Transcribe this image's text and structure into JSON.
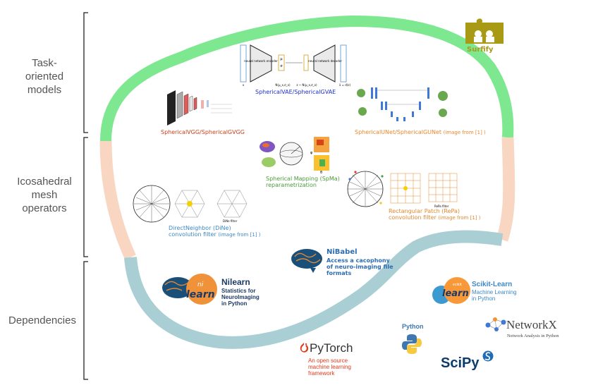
{
  "categories": {
    "task": [
      "Task-",
      "oriented",
      "models"
    ],
    "ico": [
      "Icosahedral",
      "mesh",
      "operators"
    ],
    "deps": "Dependencies"
  },
  "logo": {
    "name": "Surfify"
  },
  "models": {
    "vae": {
      "caption": "SphericalVAE/SphericalGVAE",
      "encoder": "neural network encoder",
      "decoder": "neural network decoder",
      "mu": "μ",
      "sigma": "σ",
      "x_label": "x",
      "x_hat": "x̂ = d(z)",
      "mid_left": "N(μ_x,σ_x)",
      "mid_right": "z ~ N(μ_x,σ_x)"
    },
    "vgg": {
      "caption": "SphericalVGG/SphericalGVGG"
    },
    "unet": {
      "caption": "SphericalUNet/SphericalGUNet",
      "note": "(image from [1] )"
    }
  },
  "operators": {
    "spma": {
      "line1": "Spherical Mapping (SpMa)",
      "line2": "reparametrization",
      "theta": "θ",
      "phi": "φ"
    },
    "dine": {
      "line1": "DirectNeighbor (DiNe)",
      "line2": "convolution filter",
      "note": "(image from [1] )",
      "filter": "DiNe filter"
    },
    "repa": {
      "line1": "Rectangular Patch (RePa)",
      "line2": "convolution filter",
      "note": "(image from [1] )",
      "filter": "RePa filter"
    }
  },
  "dependencies": {
    "nibabel": {
      "name": "NiBabel",
      "desc": [
        "Access a cacophony",
        "of neuro-imaging file",
        "formats"
      ]
    },
    "nilearn": {
      "name": "Nilearn",
      "logo_top": "ni",
      "logo_bottom": "learn",
      "desc": [
        "Statistics for",
        "NeuroImaging",
        "in Python"
      ]
    },
    "sklearn": {
      "name": "Scikit-Learn",
      "logo_top": "scikit",
      "logo_bottom": "learn",
      "desc": [
        "Machine Learning",
        "in Python"
      ]
    },
    "networkx": {
      "name": "NetworkX",
      "desc": "Network Analysis in Python"
    },
    "python": {
      "name": "Python"
    },
    "scipy": {
      "name": "SciPy"
    },
    "pytorch": {
      "name": "PyTorch",
      "desc": [
        "An open source",
        "machine learning",
        "framework"
      ]
    }
  },
  "colors": {
    "band_green": "#7de88f",
    "band_peach": "#f9d6c2",
    "band_teal": "#a9cfd4",
    "vgg": "#c8401e",
    "vae": "#1b2fd8",
    "unet": "#e3892f",
    "spma": "#4b9a3a",
    "dine": "#3d88c6",
    "repa": "#e3892f",
    "nibabel": "#2c6db0",
    "nilearn": "#1d3a66",
    "sklearn": "#3d88c6",
    "pytorch": "#e03a1b",
    "python": "#3f78b0"
  }
}
